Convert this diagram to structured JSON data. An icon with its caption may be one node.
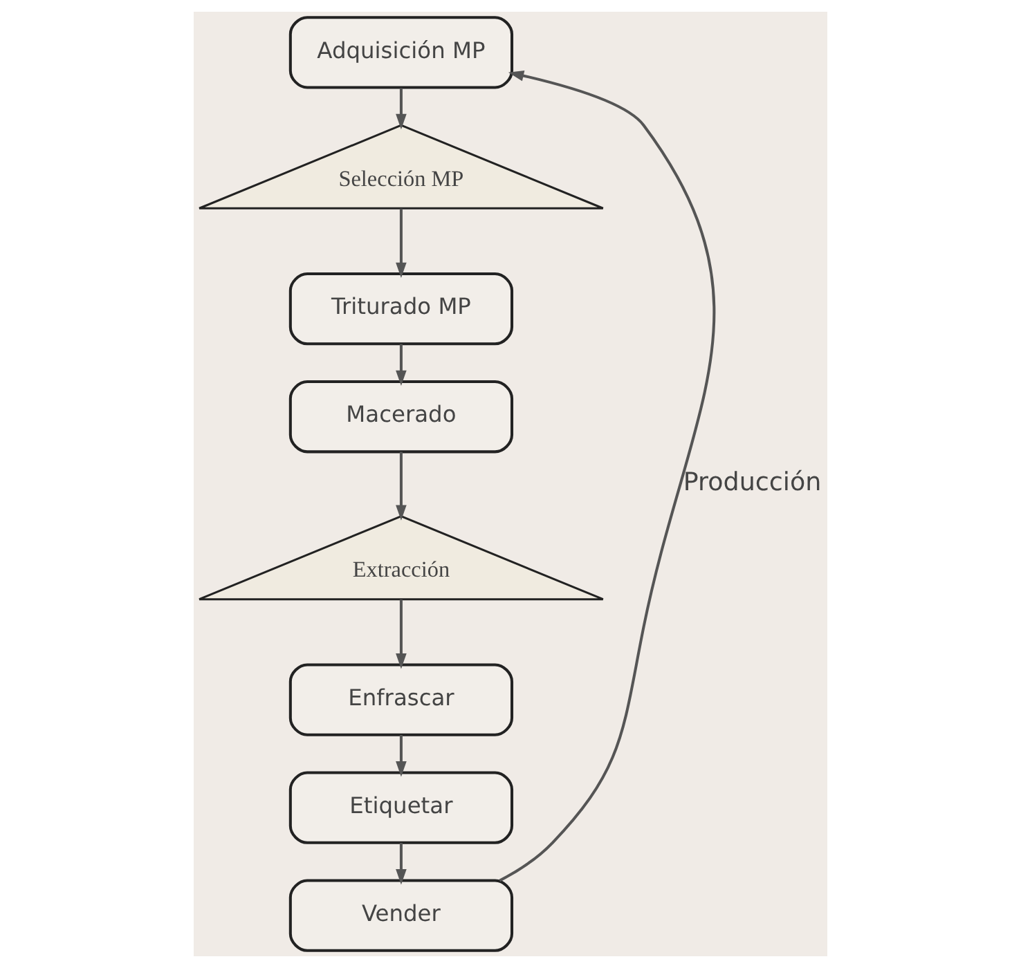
{
  "diagram": {
    "nodes": [
      {
        "text": [
          "Adquisición MP"
        ]
      },
      {
        "text": [
          "Selección MP"
        ]
      },
      {
        "text": [
          "Triturado MP"
        ]
      },
      {
        "text": [
          "Macerado"
        ]
      },
      {
        "text": [
          "Extracción"
        ]
      },
      {
        "text": [
          "Enfrascar"
        ]
      },
      {
        "text": [
          "Etiquetar"
        ]
      },
      {
        "text": [
          "Vender"
        ]
      }
    ],
    "edges": [
      {
        "from": 0,
        "to": 1,
        "arrow": "to"
      },
      {
        "from": 1,
        "to": 2,
        "arrow": "to"
      },
      {
        "from": 2,
        "to": 3,
        "arrow": "to"
      },
      {
        "from": 3,
        "to": 4,
        "arrow": "to"
      },
      {
        "from": 4,
        "to": 5,
        "arrow": "to"
      },
      {
        "from": 5,
        "to": 6,
        "arrow": "to"
      },
      {
        "from": 6,
        "to": 7,
        "arrow": "to"
      },
      {
        "from": 7,
        "to": 0,
        "arrow": "to",
        "label": "Producción"
      }
    ]
  }
}
